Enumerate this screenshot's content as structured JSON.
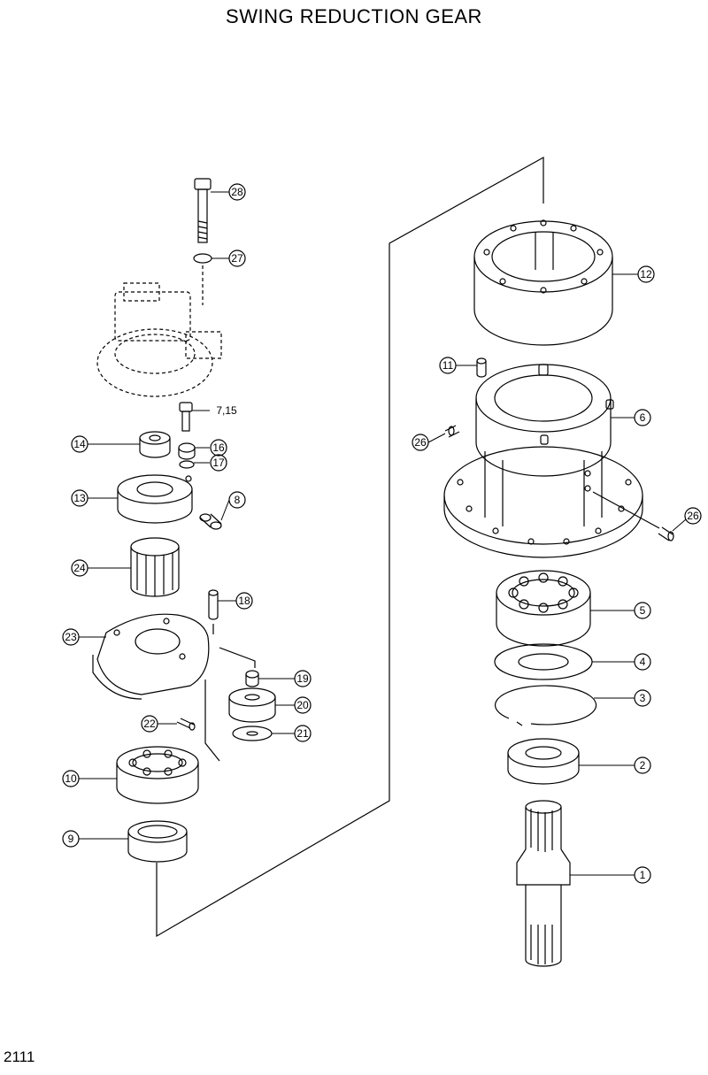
{
  "title": "SWING REDUCTION GEAR",
  "page_number": "2111",
  "callouts": [
    "28",
    "27",
    "7,15",
    "16",
    "17",
    "14",
    "13",
    "8",
    "24",
    "18",
    "23",
    "19",
    "20",
    "22",
    "21",
    "10",
    "9",
    "12",
    "11",
    "6",
    "26",
    "26",
    "5",
    "4",
    "3",
    "2",
    "1"
  ]
}
